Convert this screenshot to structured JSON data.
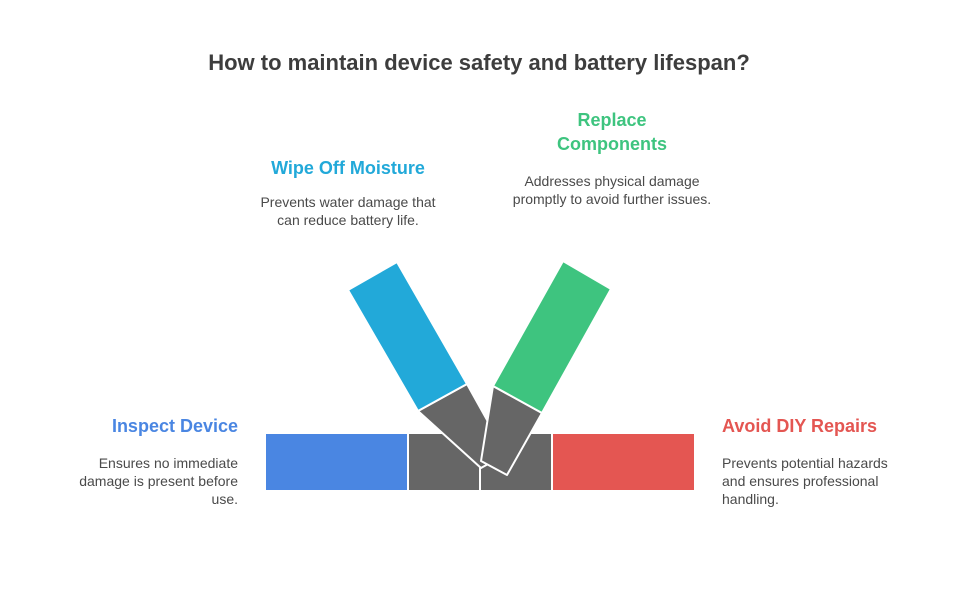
{
  "title": "How to maintain device safety and battery lifespan?",
  "items": [
    {
      "heading": "Inspect Device",
      "description": "Ensures no immediate damage is present before use.",
      "color": "#4a86e2"
    },
    {
      "heading": "Wipe Off Moisture",
      "description": "Prevents water damage that can reduce battery life.",
      "color": "#22a9d9"
    },
    {
      "heading": "Replace Components",
      "description": "Addresses physical damage promptly to avoid further issues.",
      "color": "#3ec47f"
    },
    {
      "heading": "Avoid DIY Repairs",
      "description": "Prevents potential hazards and ensures professional handling.",
      "color": "#e45652"
    }
  ],
  "connector_color": "#666666"
}
